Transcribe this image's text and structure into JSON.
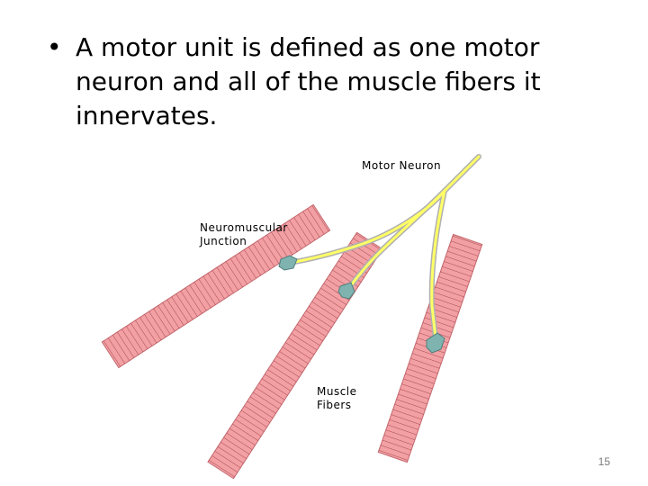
{
  "slide": {
    "bullet_symbol": "•",
    "bullet_text": "A motor unit is defined as one motor neuron and all of the muscle fibers it innervates.",
    "page_number": "15"
  },
  "diagram": {
    "labels": {
      "motor_neuron": "Motor Neuron",
      "neuromuscular_line1": "Neuromuscular",
      "neuromuscular_line2": "Junction",
      "muscle_line1": "Muscle",
      "muscle_line2": "Fibers"
    },
    "colors": {
      "fiber_fill": "#f2a0a4",
      "fiber_stripe": "#9a3a40",
      "nerve_fill": "#ffff66",
      "nerve_outline": "#b0b0b0",
      "junction": "#7fb3b0"
    }
  }
}
